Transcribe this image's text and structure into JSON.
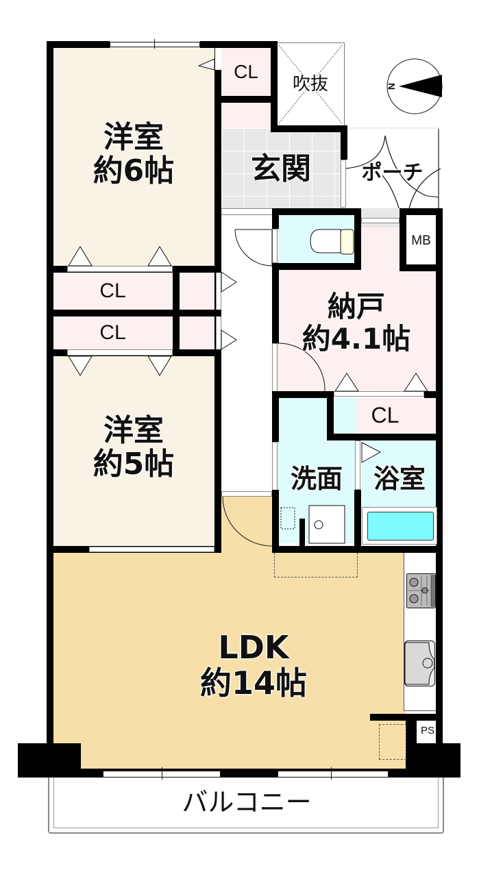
{
  "floorplan": {
    "rooms": {
      "western_room_1": {
        "name": "洋室",
        "size": "約6帖",
        "color": "#f8f3e4"
      },
      "western_room_2": {
        "name": "洋室",
        "size": "約5帖",
        "color": "#f8f3e4"
      },
      "storage_room": {
        "name": "納戸",
        "size": "約4.1帖",
        "color": "#fdf0f0"
      },
      "ldk": {
        "name": "LDK",
        "size": "約14帖",
        "color": "#f6dfa8"
      },
      "entrance": {
        "name": "玄関",
        "color": "#e8e8e8"
      },
      "porch": {
        "name": "ポーチ"
      },
      "void": {
        "name": "吹抜"
      },
      "washroom": {
        "name": "洗面",
        "color": "#dffcfd"
      },
      "bathroom": {
        "name": "浴室",
        "color": "#dffcfd"
      },
      "toilet": {
        "color": "#dffcfd"
      },
      "balcony": {
        "name": "バルコニー"
      }
    },
    "closets": {
      "cl_top": "CL",
      "cl_left_1": "CL",
      "cl_left_2": "CL",
      "cl_storage": "CL",
      "closet_color": "#fdf0f0"
    },
    "utility": {
      "mb": "MB",
      "ps": "PS"
    },
    "compass": {
      "label": "N"
    },
    "colors": {
      "wall": "#000000",
      "bath_tub": "#80fbfd",
      "appliance_gray": "#d9d9d9"
    }
  }
}
